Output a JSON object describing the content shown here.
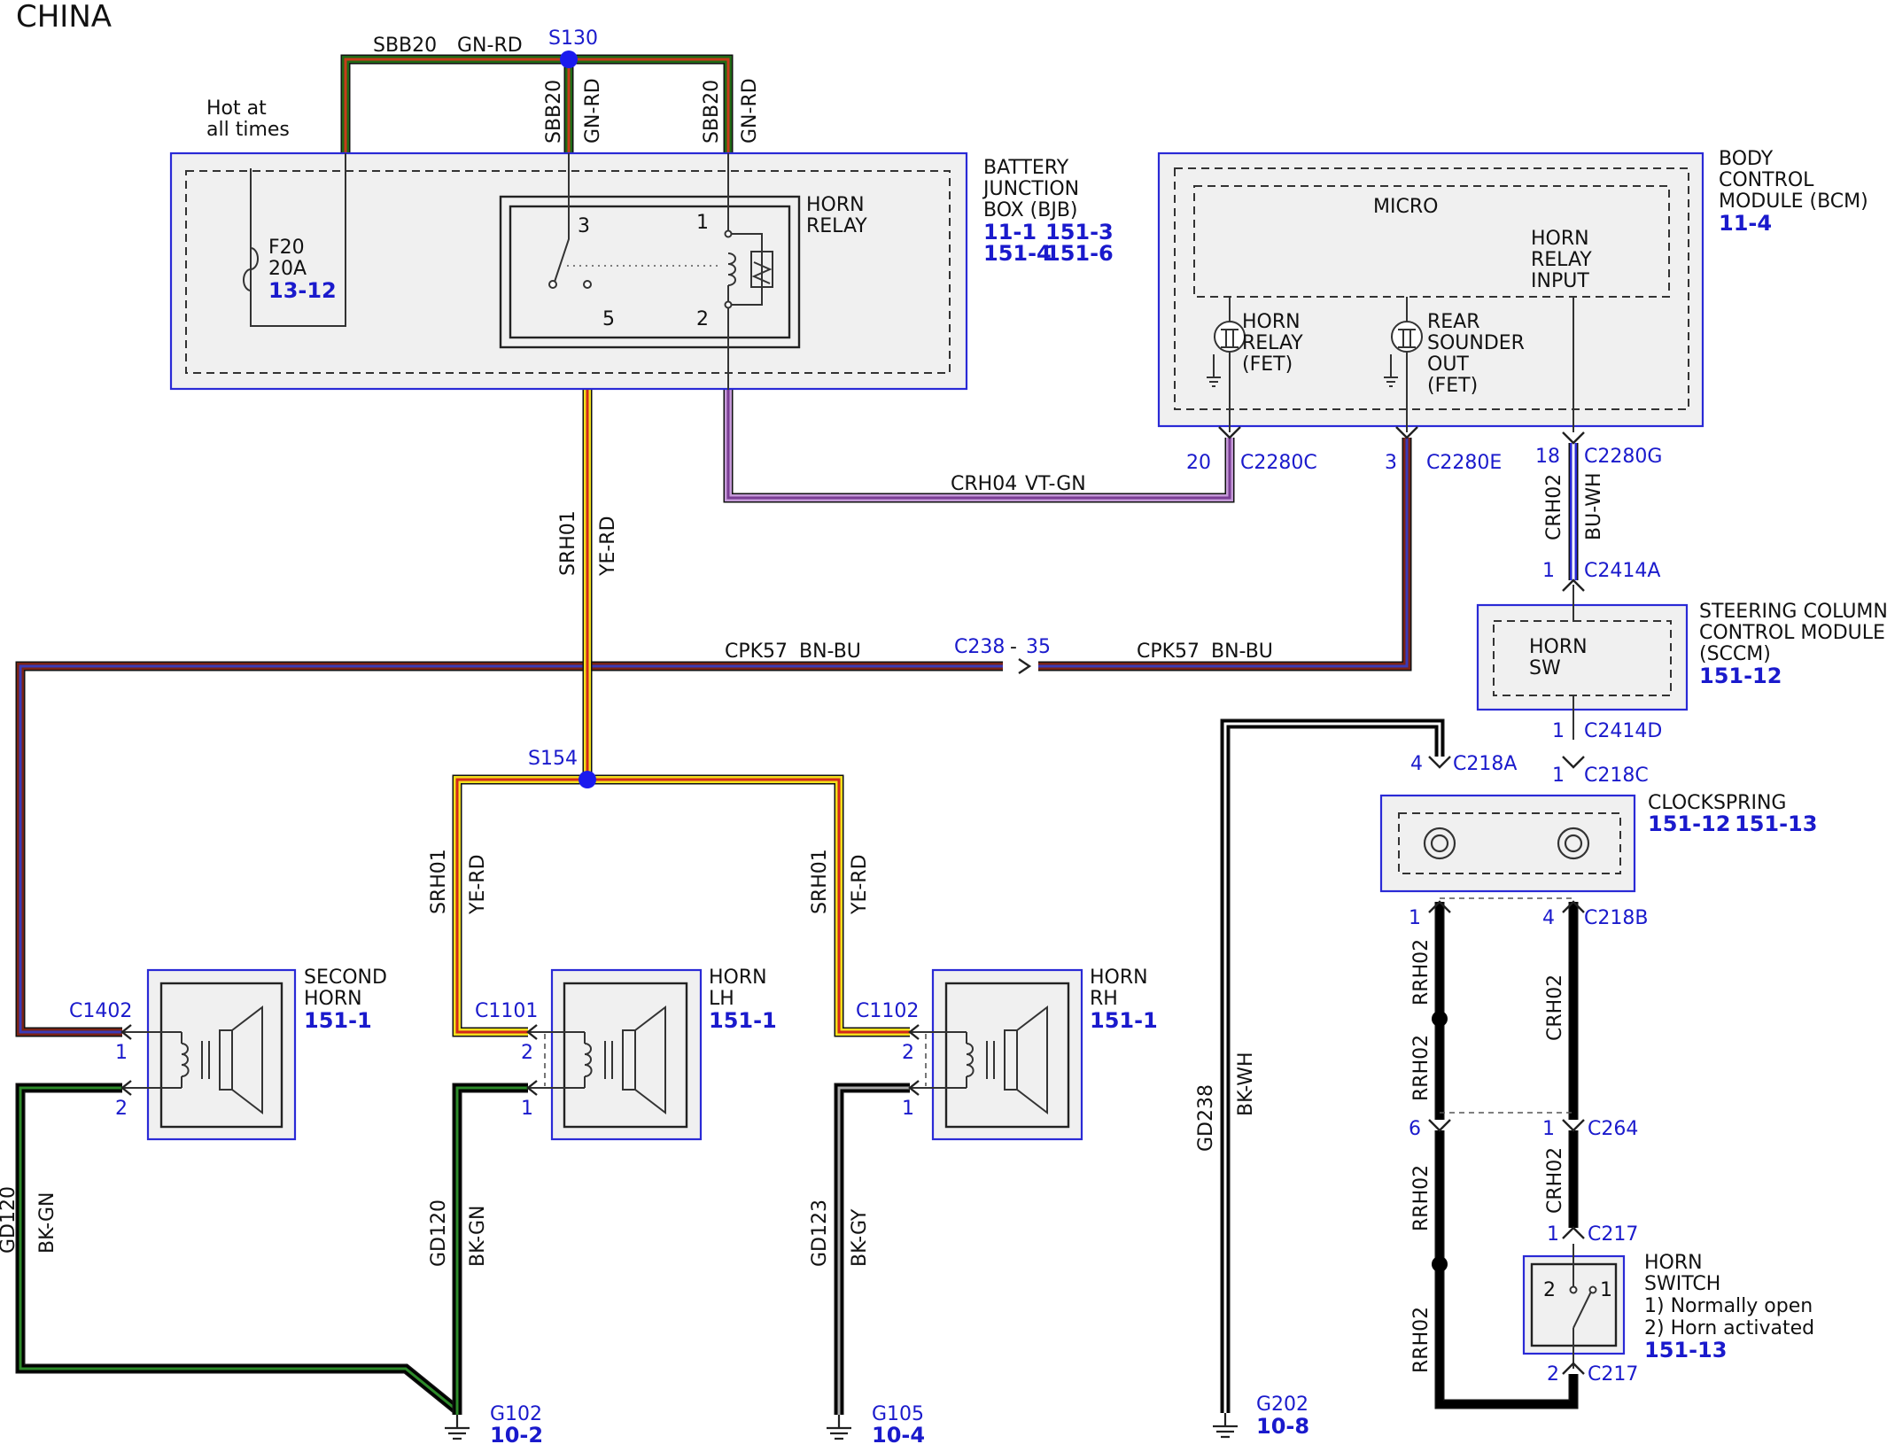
{
  "title": "CHINA",
  "colors": {
    "GN-RD": [
      "#1f6a16",
      "#c83a1a"
    ],
    "YE-RD": [
      "#f2e01c",
      "#d2281a"
    ],
    "VT-GN": [
      "#c59ad8",
      "#7a3d95"
    ],
    "BN-BU": [
      "#7a2315",
      "#3a3ab8"
    ],
    "BU-WH": [
      "#2a2ad6",
      "#ffffff"
    ],
    "BK-GN": [
      "#000000",
      "#2d8a2a"
    ],
    "BK-GY": [
      "#000000",
      "#aaaaaa"
    ],
    "BK-WH": [
      "#000000",
      "#ffffff"
    ],
    "BK": [
      "#000000",
      "#000000"
    ],
    "splice": "#1a1aee",
    "box_border": "#2a2ad6"
  },
  "labels": {
    "hot_line1": "Hot at",
    "hot_line2": "all times",
    "s130": "S130",
    "s154": "S154",
    "sbb20_top": "SBB20",
    "gnrd_top": "GN-RD",
    "sbb20_v1": "SBB20",
    "gnrd_v1": "GN-RD",
    "sbb20_v2": "SBB20",
    "gnrd_v2": "GN-RD",
    "fuse_name": "F20",
    "fuse_rating": "20A",
    "fuse_ref": "13-12",
    "relay_line1": "HORN",
    "relay_line2": "RELAY",
    "relay_pin3": "3",
    "relay_pin1": "1",
    "relay_pin5": "5",
    "relay_pin2": "2",
    "bjb_line1": "BATTERY",
    "bjb_line2": "JUNCTION",
    "bjb_line3": "BOX (BJB)",
    "bjb_ref1": "11-1",
    "bjb_ref2": "151-3",
    "bjb_ref3": "151-4",
    "bjb_ref4": "151-6",
    "bcm_line1": "BODY",
    "bcm_line2": "CONTROL",
    "bcm_line3": "MODULE (BCM)",
    "bcm_ref": "11-4",
    "micro": "MICRO",
    "hri_line1": "HORN",
    "hri_line2": "RELAY",
    "hri_line3": "INPUT",
    "fet1_line1": "HORN",
    "fet1_line2": "RELAY",
    "fet1_line3": "(FET)",
    "fet2_line1": "REAR",
    "fet2_line2": "SOUNDER",
    "fet2_line3": "OUT",
    "fet2_line4": "(FET)",
    "c2280c_pin": "20",
    "c2280c": "C2280C",
    "c2280e_pin": "3",
    "c2280e": "C2280E",
    "c2280g_pin": "18",
    "c2280g": "C2280G",
    "crh04": "CRH04",
    "vtgn": "VT-GN",
    "crh02_a": "CRH02",
    "buwh": "BU-WH",
    "c2414a_pin": "1",
    "c2414a": "C2414A",
    "srh01_main": "SRH01",
    "yerd_main": "YE-RD",
    "cpk57_left": "CPK57",
    "bnbu_left": "BN-BU",
    "cpk57_right": "CPK57",
    "bnbu_right": "BN-BU",
    "c238": "C238",
    "c238_dash": "-",
    "c238_pin": "35",
    "sccm_line1": "STEERING COLUMN",
    "sccm_line2": "CONTROL MODULE",
    "sccm_line3": "(SCCM)",
    "sccm_ref": "151-12",
    "hornsw_line1": "HORN",
    "hornsw_line2": "SW",
    "c2414d_pin": "1",
    "c2414d": "C2414D",
    "c218a_pin": "4",
    "c218a": "C218A",
    "c218c_pin": "1",
    "c218c": "C218C",
    "clockspring": "CLOCKSPRING",
    "cs_ref1": "151-12",
    "cs_ref2": "151-13",
    "c218b_pin1": "1",
    "c218b_pin4": "4",
    "c218b": "C218B",
    "rrh02_1": "RRH02",
    "rrh02_2": "RRH02",
    "rrh02_3": "RRH02",
    "rrh02_4": "RRH02",
    "crh02_b": "CRH02",
    "crh02_c": "CRH02",
    "c264_pin6": "6",
    "c264_pin1": "1",
    "c264": "C264",
    "c217_pin1": "1",
    "c217_top": "C217",
    "c217_pin2": "2",
    "c217_bot": "C217",
    "hs_line1": "HORN",
    "hs_line2": "SWITCH",
    "hs_line3": "1) Normally open",
    "hs_line4": "2) Horn activated",
    "hs_ref": "151-13",
    "hs_pin2": "2",
    "hs_pin1": "1",
    "gd238": "GD238",
    "bkwh": "BK-WH",
    "g202": "G202",
    "g202_ref": "10-8",
    "srh01_l": "SRH01",
    "yerd_l": "YE-RD",
    "srh01_r": "SRH01",
    "yerd_r": "YE-RD",
    "second_line1": "SECOND",
    "second_line2": "HORN",
    "second_ref": "151-1",
    "c1402": "C1402",
    "sh_pin1": "1",
    "sh_pin2": "2",
    "hlh_line1": "HORN",
    "hlh_line2": "LH",
    "hlh_ref": "151-1",
    "c1101": "C1101",
    "hlh_pin2": "2",
    "hlh_pin1": "1",
    "hrh_line1": "HORN",
    "hrh_line2": "RH",
    "hrh_ref": "151-1",
    "c1102": "C1102",
    "hrh_pin2": "2",
    "hrh_pin1": "1",
    "gd120_a": "GD120",
    "bkgn_a": "BK-GN",
    "gd120_b": "GD120",
    "bkgn_b": "BK-GN",
    "gd123": "GD123",
    "bkgy": "BK-GY",
    "g102": "G102",
    "g102_ref": "10-2",
    "g105": "G105",
    "g105_ref": "10-4"
  }
}
